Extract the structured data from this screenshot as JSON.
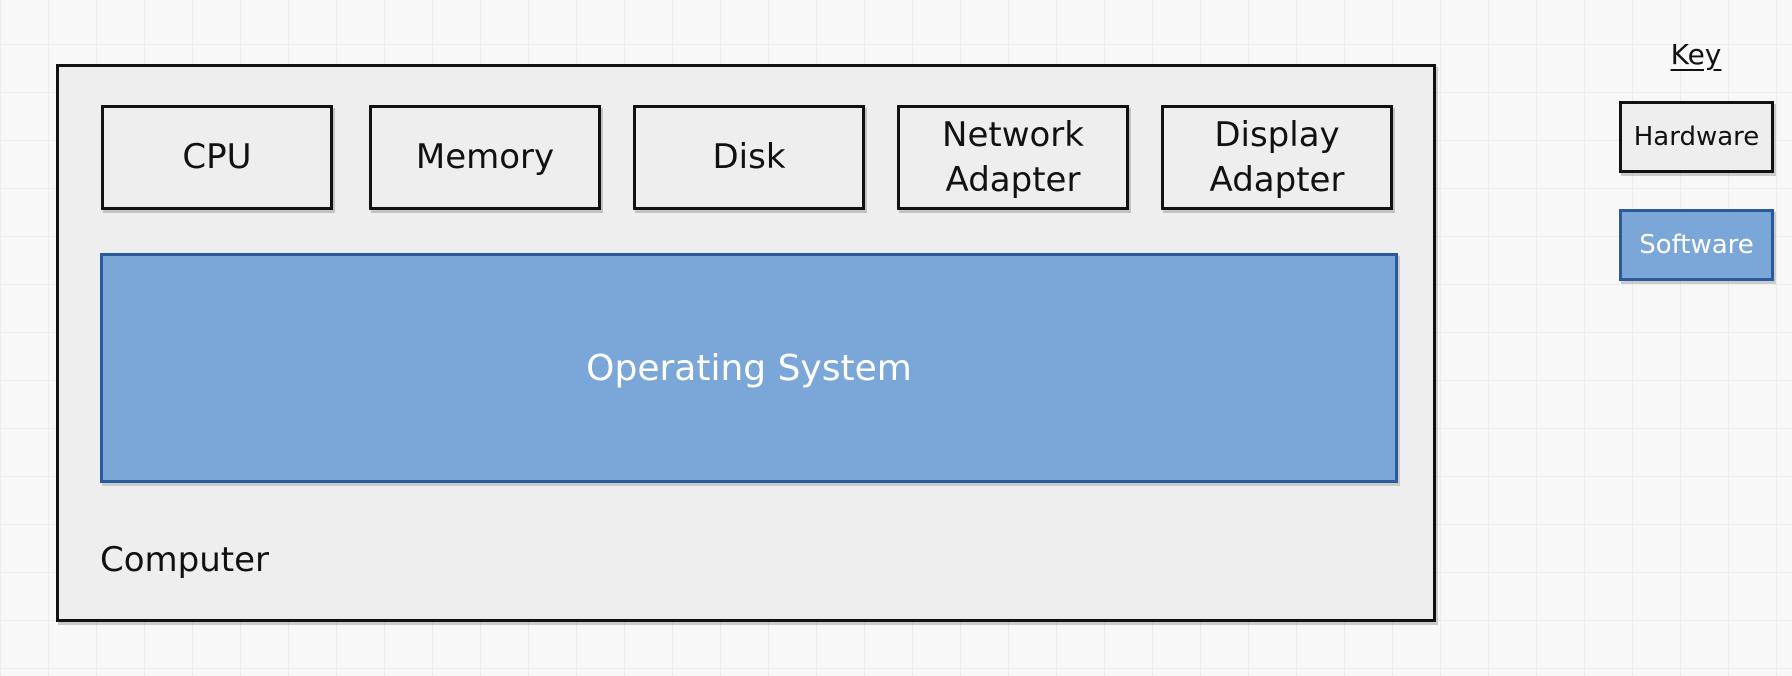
{
  "diagram": {
    "container": {
      "label": "Computer"
    },
    "hardware": [
      {
        "label": "CPU"
      },
      {
        "label": "Memory"
      },
      {
        "label": "Disk"
      },
      {
        "label": "Network Adapter"
      },
      {
        "label": "Display Adapter"
      }
    ],
    "software": {
      "label": "Operating System"
    }
  },
  "key": {
    "title": "Key",
    "hardware_label": "Hardware",
    "software_label": "Software"
  },
  "colors": {
    "hardware_fill": "#eeeeee",
    "hardware_border": "#111111",
    "software_fill": "#7aa7d8",
    "software_border": "#2a5a9a",
    "software_text": "#ffffff"
  }
}
